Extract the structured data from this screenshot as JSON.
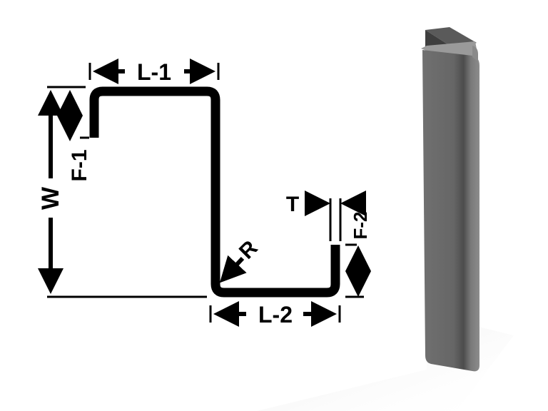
{
  "diagram": {
    "type": "Z-profile (zee) channel dimension drawing",
    "labels": {
      "l1": "L-1",
      "l2": "L-2",
      "w": "W",
      "f1": "F-1",
      "f2": "F-2",
      "r": "R",
      "t": "T"
    },
    "colors": {
      "profile": "#000000",
      "background": "#ffffff",
      "post_main": "#6b6b6b",
      "post_dark": "#4a4a4a",
      "post_light": "#8a8a8a",
      "shadow": "#ececec"
    }
  }
}
